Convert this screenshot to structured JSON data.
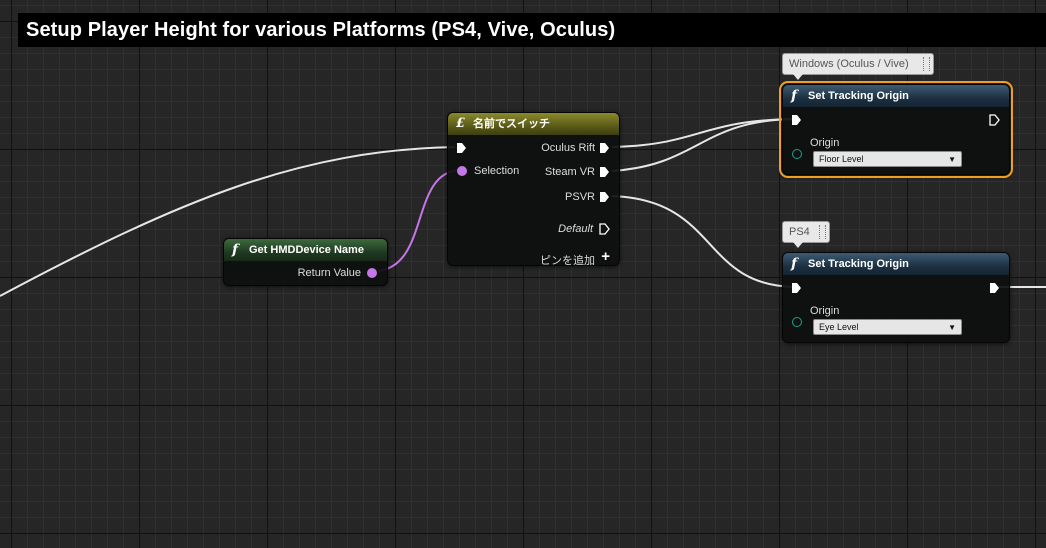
{
  "comment": {
    "title": "Setup Player Height for various Platforms (PS4, Vive, Oculus)"
  },
  "get_hmd_node": {
    "title": "Get HMDDevice Name",
    "output_label": "Return Value"
  },
  "switch_node": {
    "title": "名前でスイッチ",
    "selection_label": "Selection",
    "outputs": [
      "Oculus Rift",
      "Steam VR",
      "PSVR"
    ],
    "default_label": "Default",
    "add_pin_label": "ピンを追加"
  },
  "tracking_top": {
    "bubble": "Windows (Oculus / Vive)",
    "title": "Set Tracking Origin",
    "origin_label": "Origin",
    "origin_value": "Floor Level"
  },
  "tracking_bottom": {
    "bubble": "PS4",
    "title": "Set Tracking Origin",
    "origin_label": "Origin",
    "origin_value": "Eye Level"
  },
  "colors": {
    "exec_wire": "#e6e6e6",
    "name_wire": "#c477e6",
    "selection_outline": "#f0a020",
    "enum_pin": "#18a08c"
  }
}
